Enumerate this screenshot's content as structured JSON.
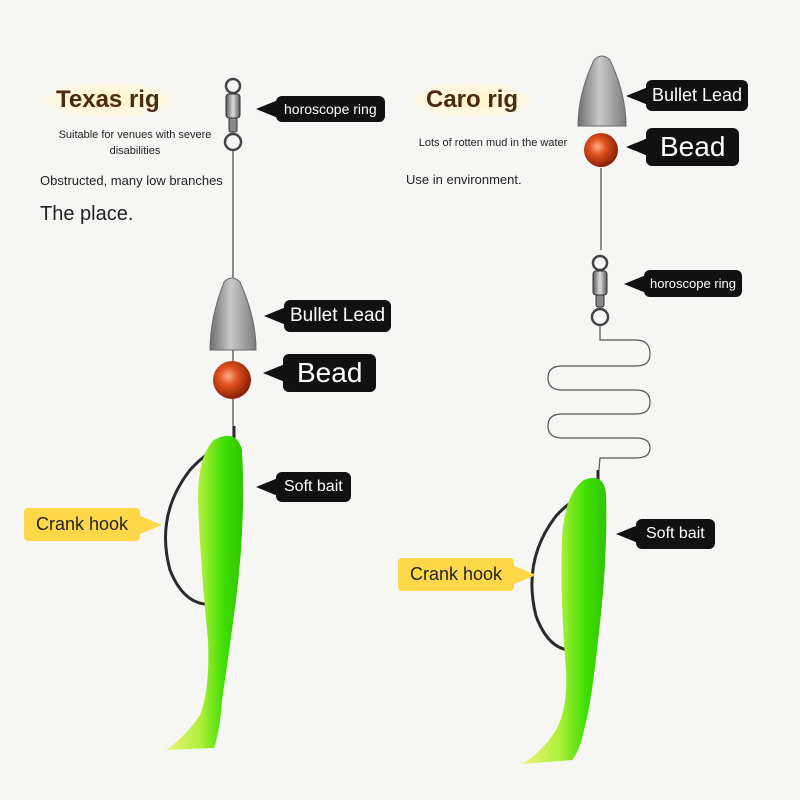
{
  "texas": {
    "title": "Texas rig",
    "desc_line1": "Suitable for venues with severe",
    "desc_line2": "disabilities",
    "desc_line3": "Obstructed, many low branches",
    "place_label": "The place.",
    "labels": {
      "horoscope_ring": "horoscope ring",
      "bullet_lead": "Bullet Lead",
      "bead": "Bead",
      "soft_bait": "Soft bait",
      "crank_hook": "Crank hook"
    }
  },
  "carolina": {
    "title": "Caro rig",
    "desc_line1": "Lots of rotten mud in the water",
    "env_label": "Use in environment.",
    "labels": {
      "bullet_lead": "Bullet Lead",
      "bead": "Bead",
      "horoscope_ring": "horoscope ring",
      "soft_bait": "Soft bait",
      "crank_hook": "Crank hook"
    }
  },
  "colors": {
    "callout_bg": "#111111",
    "yellow_label": "#ffd84a",
    "bait_green": "#3fe000",
    "bait_yellow": "#e8f070",
    "bead_red": "#d8461c",
    "lead_gray": "#9a9a9a",
    "title_brown": "#4a2a12"
  }
}
